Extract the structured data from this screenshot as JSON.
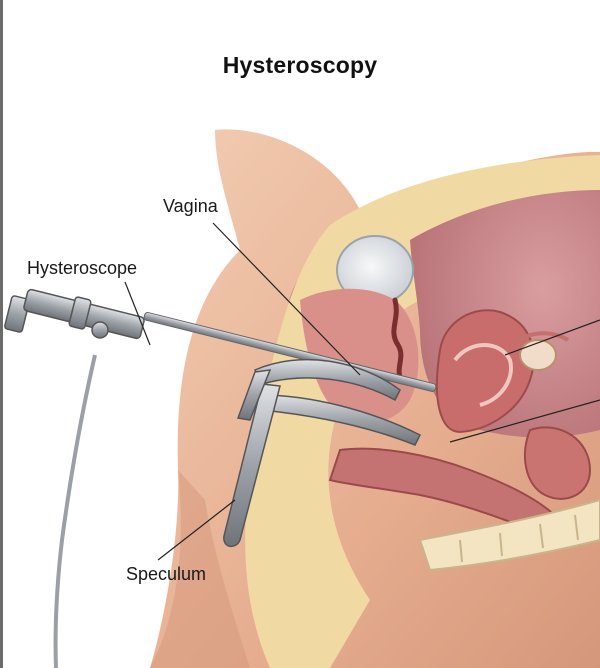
{
  "title": "Hysteroscopy",
  "labels": {
    "vagina": "Vagina",
    "hysteroscope": "Hysteroscope",
    "speculum": "Speculum"
  },
  "colors": {
    "skin": "#e9b89a",
    "skin_shadow": "#c98a70",
    "fat": "#f3dca8",
    "tissue": "#d98f8a",
    "uterus": "#c96a6a",
    "cavity": "#b5655d",
    "bladder": "#e9ecef",
    "metal": "#a9adb2",
    "leader_line": "#222222"
  }
}
